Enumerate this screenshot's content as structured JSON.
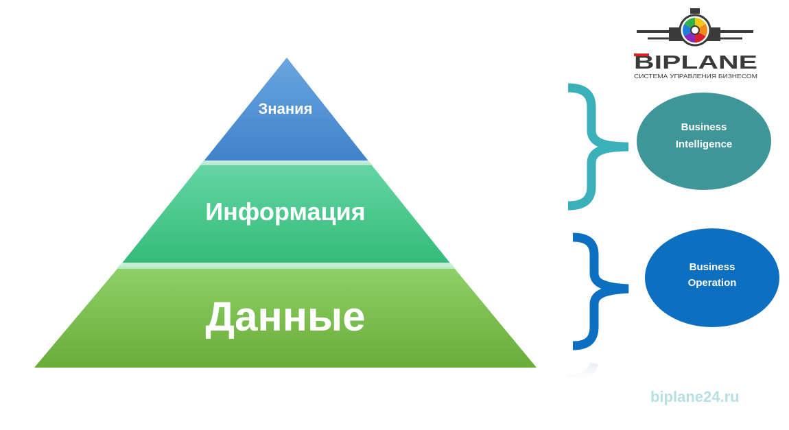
{
  "pyramid": {
    "levels": [
      {
        "label": "Знания",
        "color_top": "#6aa5e0",
        "color_bottom": "#3f82c9"
      },
      {
        "label": "Информация",
        "color_top": "#66d6a6",
        "color_bottom": "#33bb78"
      },
      {
        "label": "Данные",
        "color_top": "#8ed26a",
        "color_bottom": "#6aac38"
      }
    ]
  },
  "groups": [
    {
      "label_line1": "Business",
      "label_line2": "Intelligence",
      "bracket_color": "#3ab0b8",
      "ellipse_color": "#3f9698"
    },
    {
      "label_line1": "Business",
      "label_line2": "Operation",
      "bracket_color": "#0d6fc0",
      "ellipse_color": "#0d6fc0"
    }
  ],
  "logo": {
    "name": "BIPLANE",
    "tagline": "СИСТЕМА УПРАВЛЕНИЯ БИЗНЕСОМ",
    "accent_color": "#d9222a",
    "dark_color": "#3a3a3a"
  },
  "footer": {
    "url": "biplane24.ru"
  }
}
